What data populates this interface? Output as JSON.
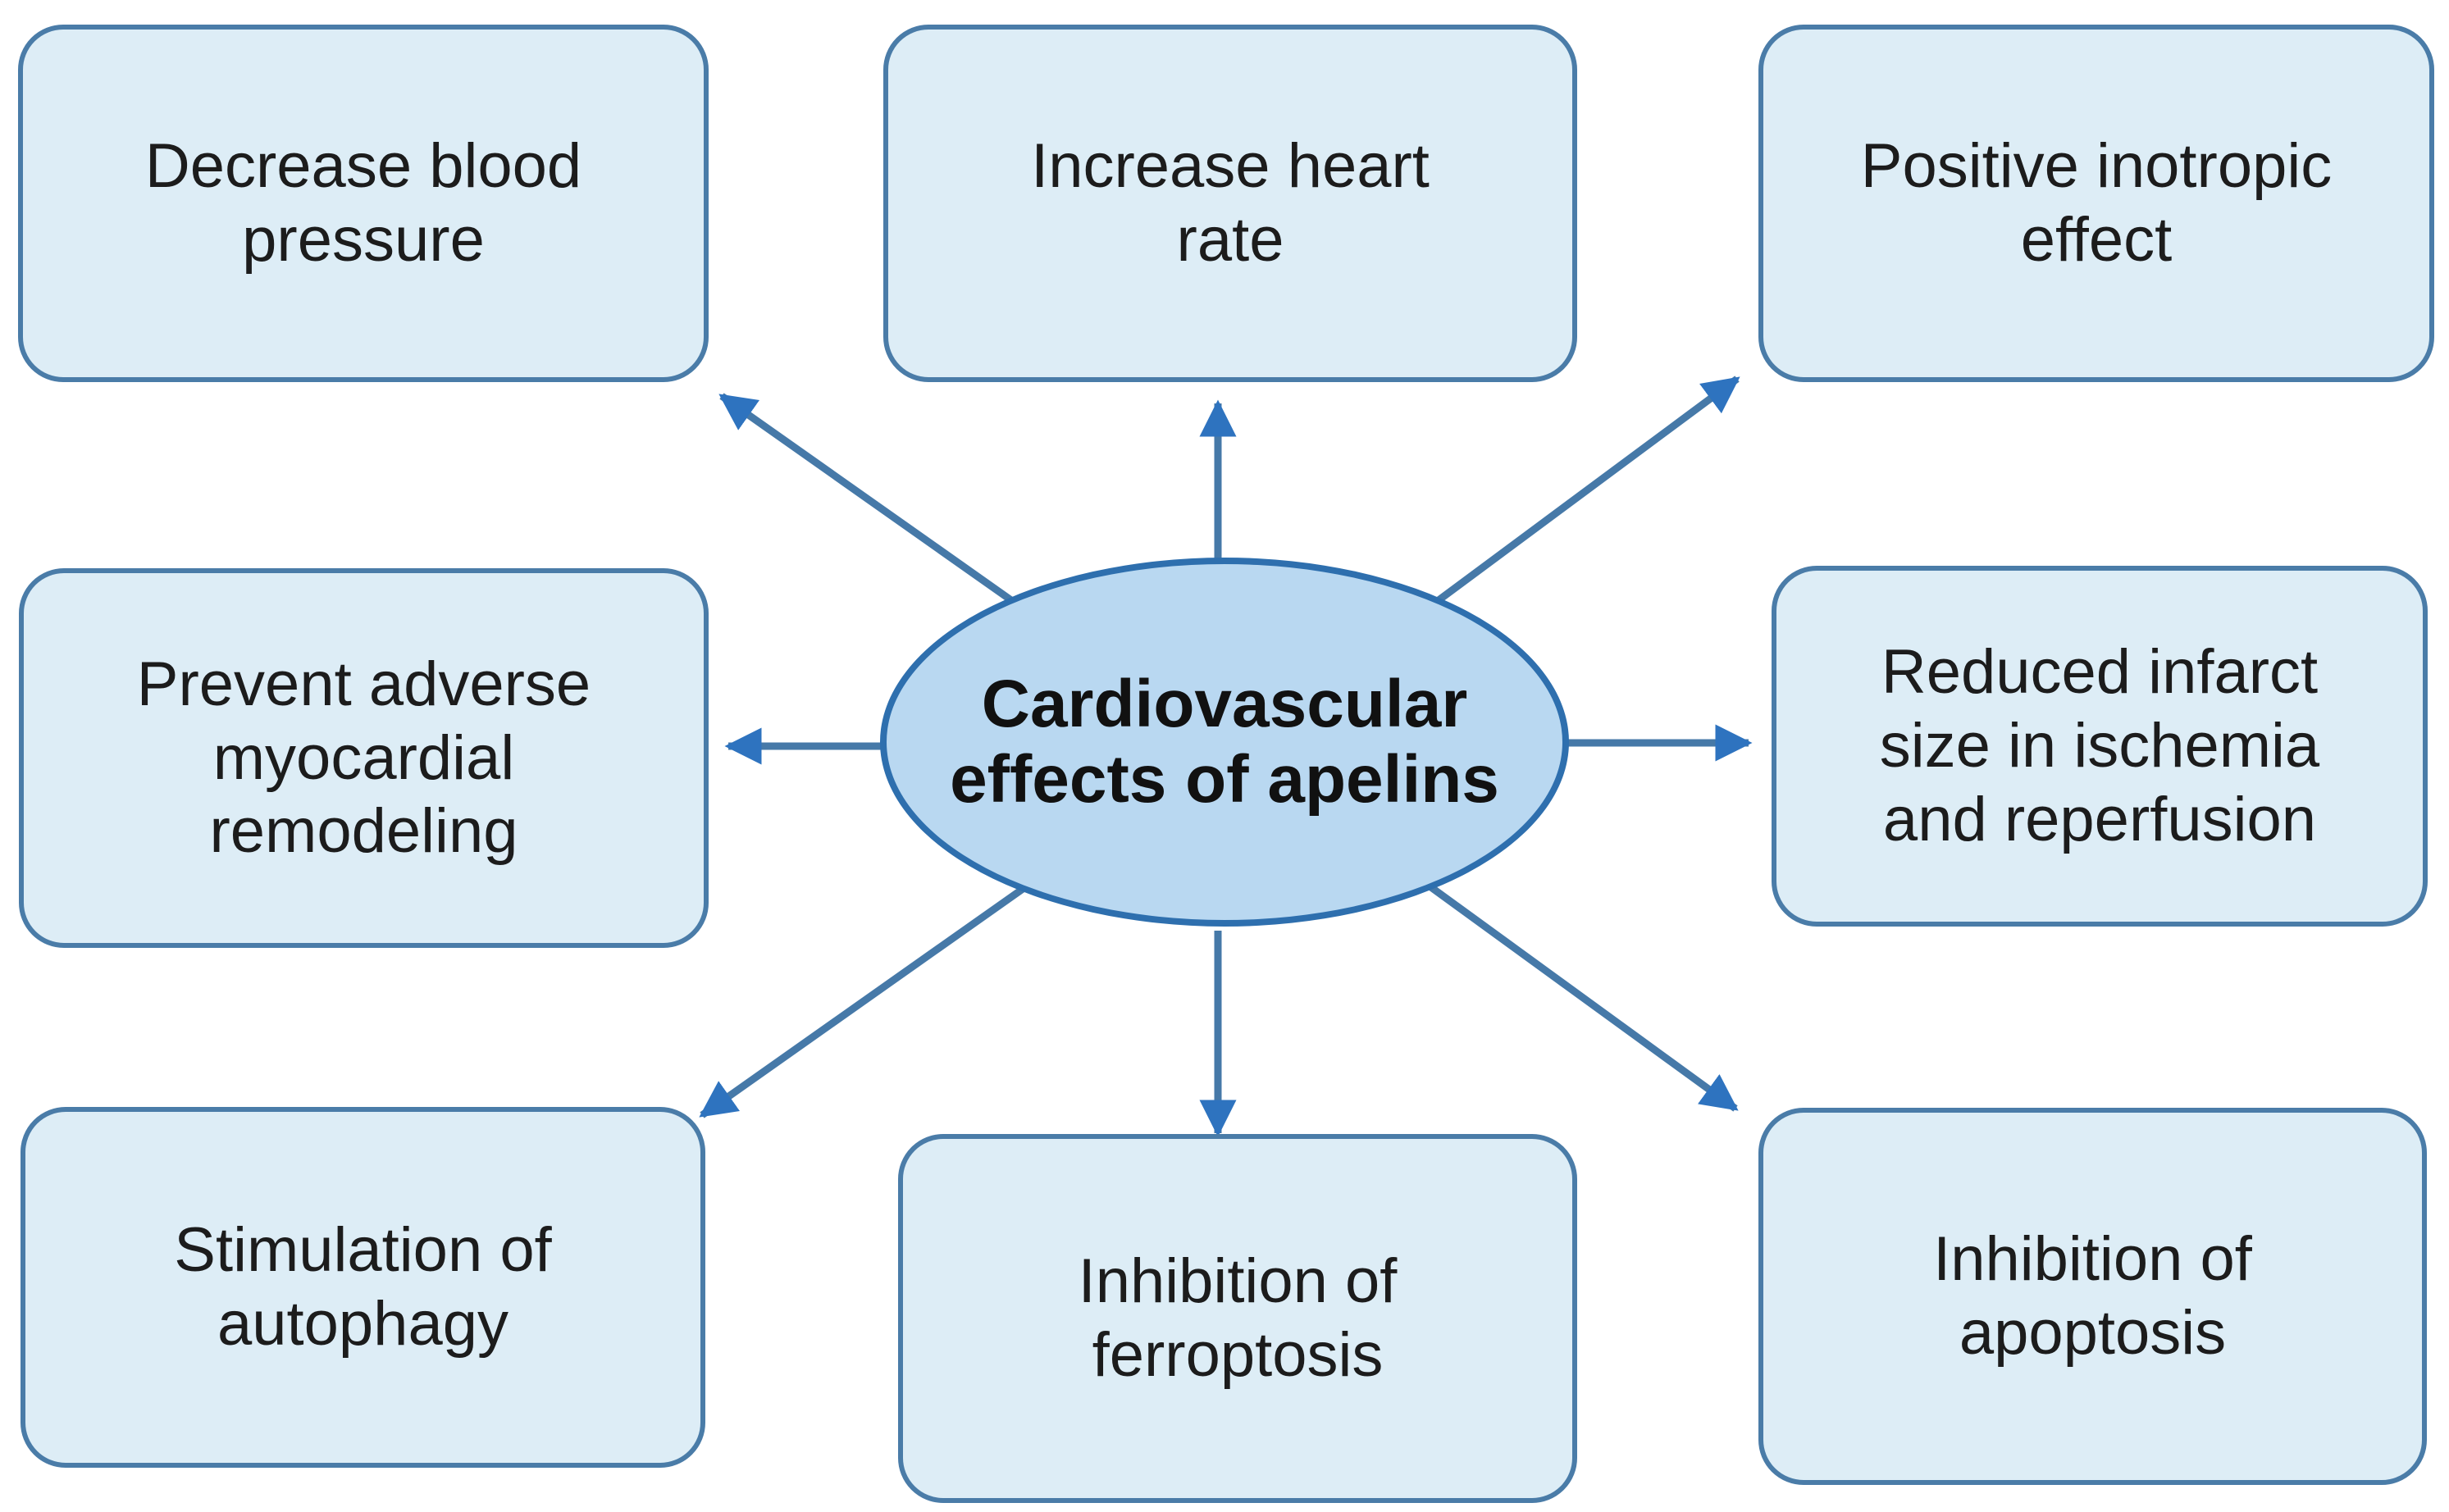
{
  "diagram": {
    "title": "Cardiovascular effects of apelins",
    "center": {
      "label": "Cardiovascular\neffects of apelins"
    },
    "nodes": [
      {
        "id": "decrease-blood-pressure",
        "position": "top-left",
        "label": "Decrease blood\npressure"
      },
      {
        "id": "increase-heart-rate",
        "position": "top-center",
        "label": "Increase heart\nrate"
      },
      {
        "id": "positive-inotropic-effect",
        "position": "top-right",
        "label": "Positive inotropic\neffect"
      },
      {
        "id": "prevent-adverse-myocardial-remodeling",
        "position": "middle-left",
        "label": "Prevent adverse\nmyocardial\nremodeling"
      },
      {
        "id": "reduced-infarct-size-in-ischemia-and-reperfusion",
        "position": "middle-right",
        "label": "Reduced infarct\nsize in ischemia\nand reperfusion"
      },
      {
        "id": "stimulation-of-autophagy",
        "position": "bottom-left",
        "label": "Stimulation of\nautophagy"
      },
      {
        "id": "inhibition-of-ferroptosis",
        "position": "bottom-center",
        "label": "Inhibition of\nferroptosis"
      },
      {
        "id": "inhibition-of-apoptosis",
        "position": "bottom-right",
        "label": "Inhibition of\napoptosis"
      }
    ],
    "arrows": [
      {
        "from": "center",
        "to": "decrease-blood-pressure",
        "direction": "up-left"
      },
      {
        "from": "center",
        "to": "increase-heart-rate",
        "direction": "up"
      },
      {
        "from": "center",
        "to": "positive-inotropic-effect",
        "direction": "up-right"
      },
      {
        "from": "center",
        "to": "prevent-adverse-myocardial-remodeling",
        "direction": "left"
      },
      {
        "from": "center",
        "to": "reduced-infarct-size-in-ischemia-and-reperfusion",
        "direction": "right"
      },
      {
        "from": "center",
        "to": "stimulation-of-autophagy",
        "direction": "down-left"
      },
      {
        "from": "center",
        "to": "inhibition-of-ferroptosis",
        "direction": "down"
      },
      {
        "from": "center",
        "to": "inhibition-of-apoptosis",
        "direction": "down-right"
      }
    ],
    "colors": {
      "background": "#ffffff",
      "box_fill": "#ddedf6",
      "box_border": "#4a7ca8",
      "ellipse_fill": "#b9d8f1",
      "ellipse_border": "#2e6fae",
      "arrow_line": "#4679a8",
      "arrow_head": "#2e73bf",
      "text": "#1c1c1c"
    }
  }
}
